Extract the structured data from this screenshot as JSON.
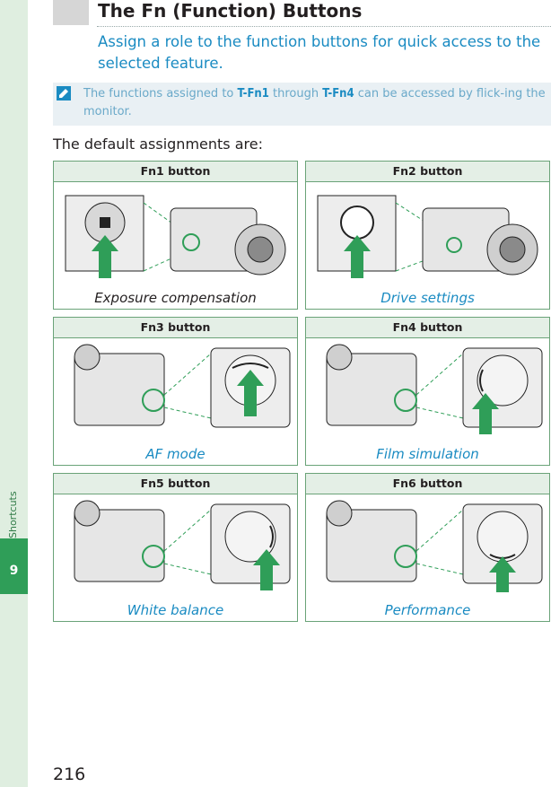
{
  "sidebar": {
    "chapter_label": "Shortcuts",
    "chapter_number": "9"
  },
  "header": {
    "title": "The Fn (Function) Buttons",
    "subtitle": "Assign a role to the function buttons for quick access to the selected feature."
  },
  "note": {
    "prefix": "The functions assigned to ",
    "start_button": "T-Fn1",
    "middle": " through ",
    "end_button": "T-Fn4",
    "suffix": " can be accessed by flick-ing the monitor."
  },
  "intro": "The default assignments are:",
  "buttons": [
    {
      "label": "Fn1 button",
      "caption": "Exposure compensation"
    },
    {
      "label": "Fn2 button",
      "caption": "Drive settings"
    },
    {
      "label": "Fn3 button",
      "caption": "AF mode"
    },
    {
      "label": "Fn4 button",
      "caption": "Film simulation"
    },
    {
      "label": "Fn5 button",
      "caption": "White balance"
    },
    {
      "label": "Fn6 button",
      "caption": "Performance"
    }
  ],
  "page_number": "216",
  "colors": {
    "accent_green": "#2f9e58",
    "accent_blue": "#1a8bc2",
    "note_bg": "#e9f0f4"
  }
}
